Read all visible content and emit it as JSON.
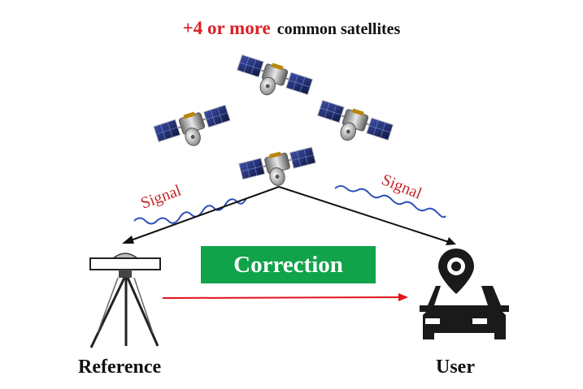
{
  "title": {
    "highlight": "+4 or more",
    "rest": "common satellites"
  },
  "signal_left": "Signal",
  "signal_right": "Signal",
  "correction_label": "Correction",
  "reference_label": "Reference",
  "user_label": "User",
  "colors": {
    "highlight_red": "#dc1f26",
    "signal_red": "#c0282a",
    "wave_blue": "#2d52b8",
    "correction_green": "#10a34a",
    "arrow_red": "#e0141b",
    "dark": "#1a1a1a"
  },
  "icons": [
    "satellite-icon",
    "tripod-receiver-icon",
    "car-location-icon"
  ]
}
